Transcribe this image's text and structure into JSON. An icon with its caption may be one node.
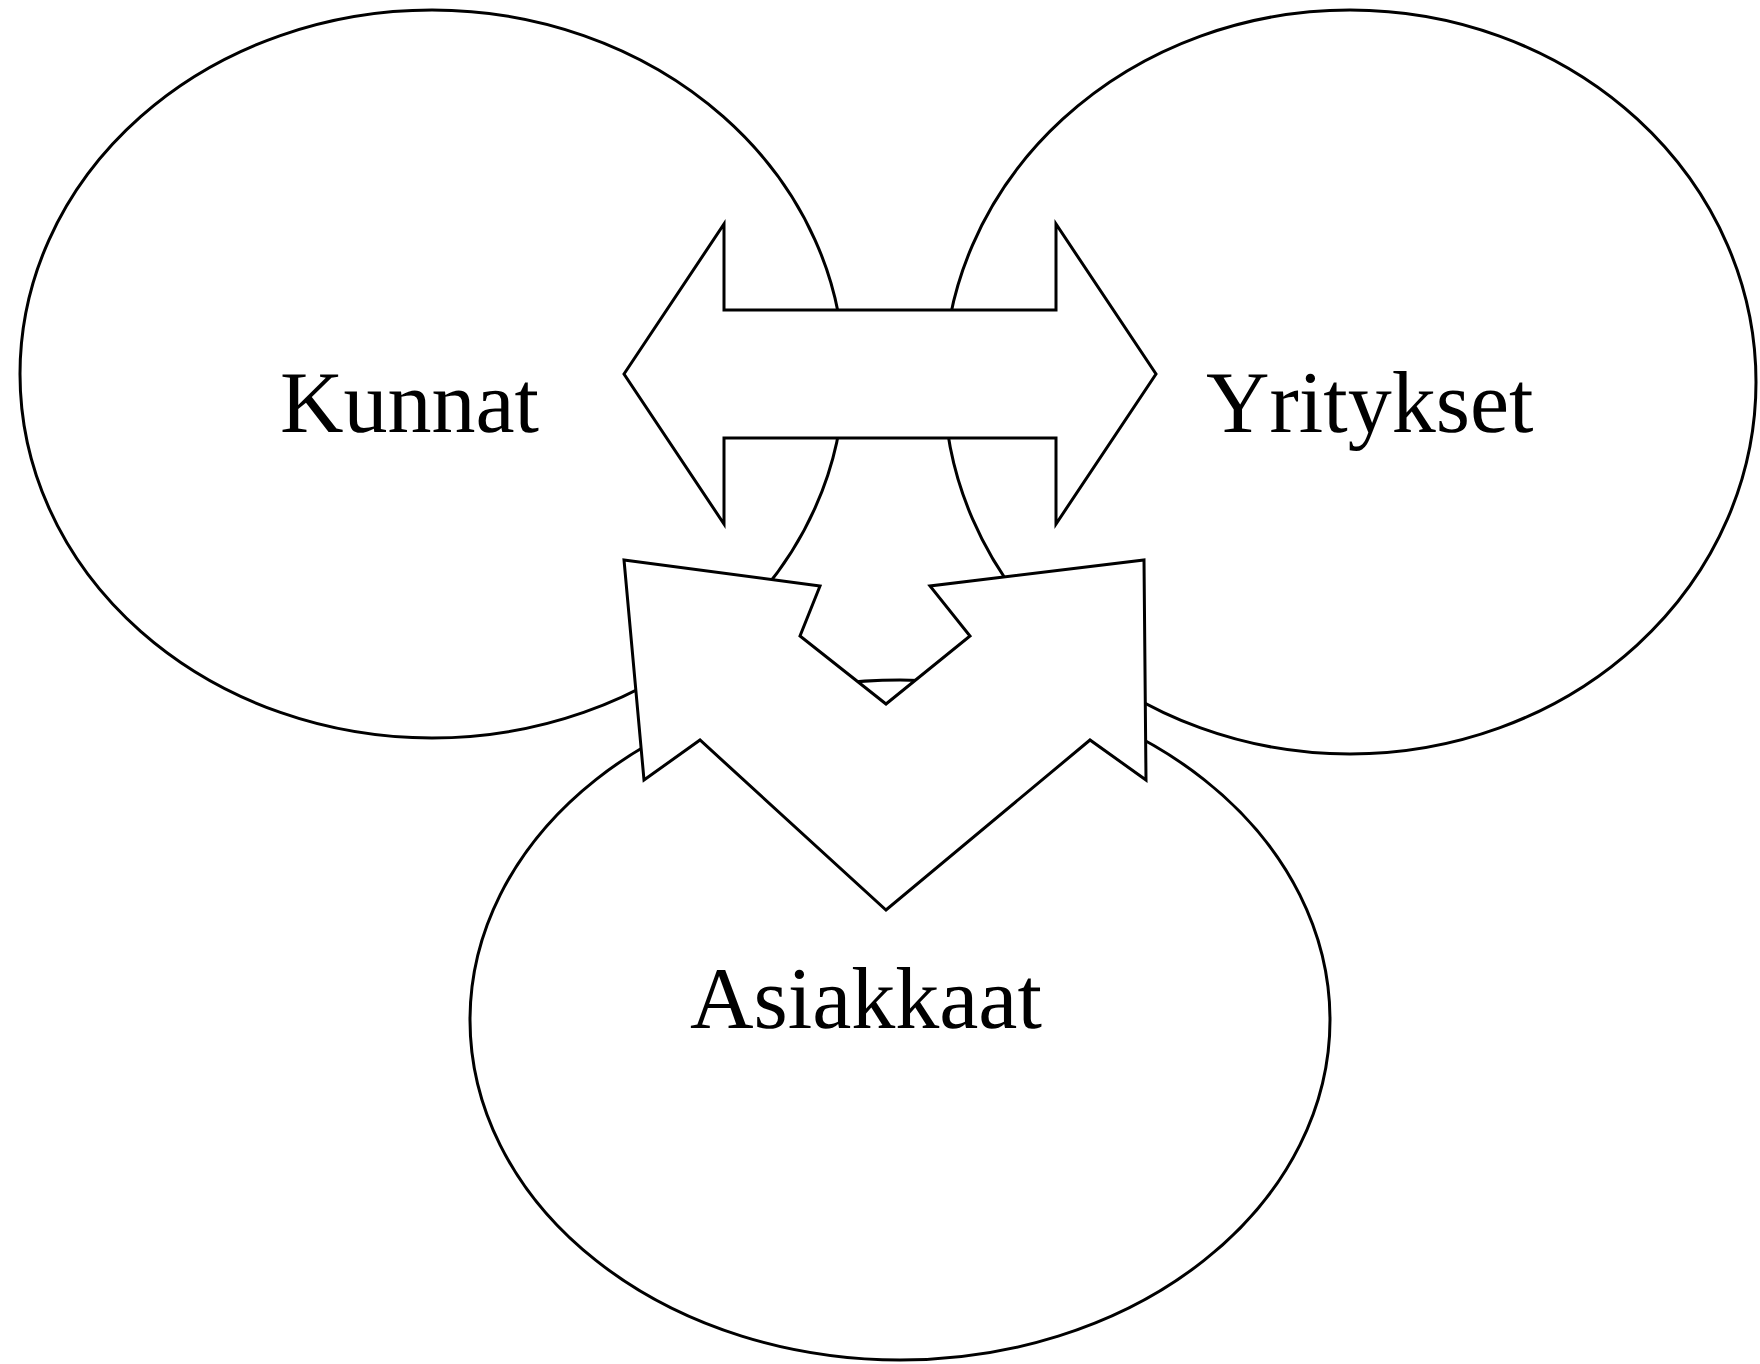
{
  "diagram": {
    "nodes": [
      {
        "text": [
          "Kunnat"
        ]
      },
      {
        "text": [
          "Yritykset"
        ]
      },
      {
        "text": [
          "Asiakkaat"
        ]
      }
    ],
    "edges": [
      {
        "from": 0,
        "to": 1,
        "arrow": "both"
      },
      {
        "from": 2,
        "to": 0,
        "arrow": "both"
      },
      {
        "from": 2,
        "to": 1,
        "arrow": "both"
      }
    ]
  }
}
